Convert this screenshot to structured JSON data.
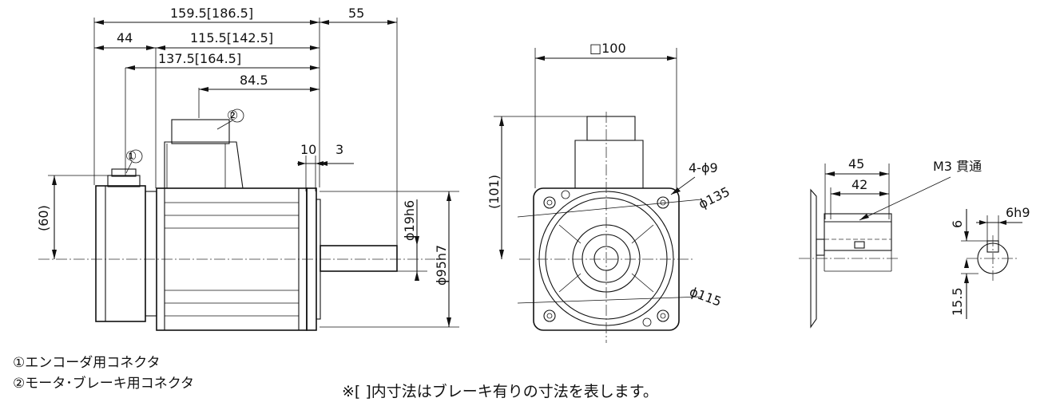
{
  "side_view": {
    "dims": {
      "overall_length": "159.5[186.5]",
      "shaft_length": "55",
      "encoder_offset": "44",
      "body_length": "115.5[142.5]",
      "flange_to_encoder": "137.5[164.5]",
      "flange_to_connector": "84.5",
      "flange_thickness": "10",
      "spigot_length": "3",
      "shaft_diameter": "ϕ19h6",
      "spigot_diameter": "ϕ95h7",
      "encoder_height": "(60)"
    },
    "callouts": {
      "encoder_marker": "①",
      "brake_marker": "②"
    }
  },
  "front_view": {
    "square": "□100",
    "height": "(101)",
    "mount_holes": "4-ϕ9",
    "pcd": "ϕ135",
    "pilot": "ϕ115"
  },
  "shaft_detail": {
    "key_length": "45",
    "key_inner": "42",
    "tap": "M3 貫通",
    "key_width": "6h9",
    "key_top": "6",
    "key_depth": "15.5"
  },
  "notes": {
    "legend_1": "①エンコーダ用コネクタ",
    "legend_2": "②モータ･ブレーキ用コネクタ",
    "footnote": "※[ ]内寸法はブレーキ有りの寸法を表します。"
  }
}
